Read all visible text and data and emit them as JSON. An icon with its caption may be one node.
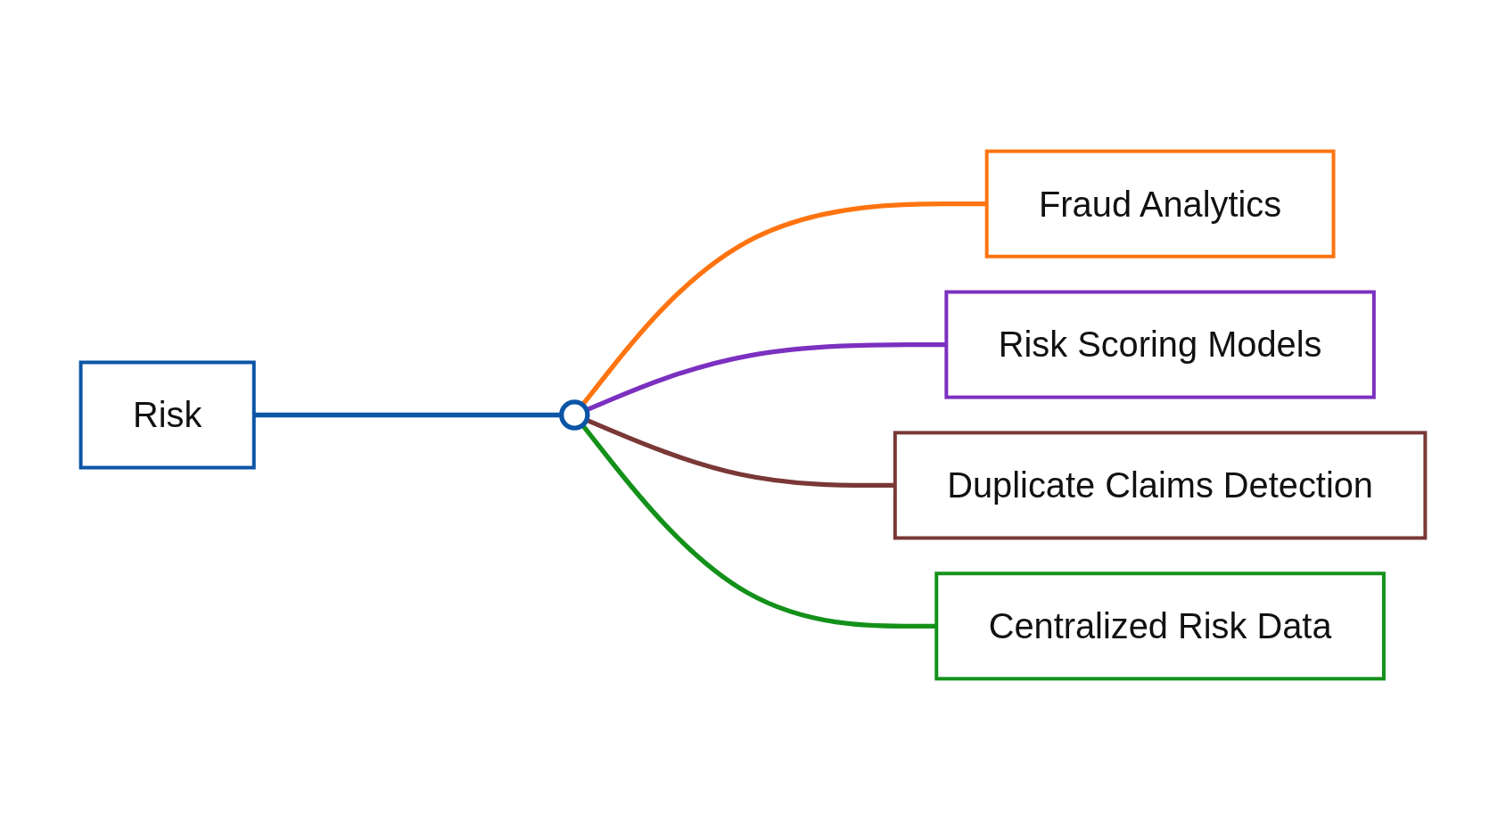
{
  "diagram": {
    "nodes": [
      {
        "text": [
          "Risk"
        ]
      },
      {
        "text": [],
        "shape": "circle"
      },
      {
        "text": [
          "Fraud Analytics"
        ]
      },
      {
        "text": [
          "Risk Scoring Models"
        ]
      },
      {
        "text": [
          "Duplicate Claims Detection"
        ]
      },
      {
        "text": [
          "Centralized Risk Data"
        ]
      }
    ],
    "edges": [
      {
        "from": 0,
        "to": 1,
        "arrow": "none",
        "color": "#0b55a6"
      },
      {
        "from": 1,
        "to": 2,
        "arrow": "none",
        "color": "#ff7410"
      },
      {
        "from": 1,
        "to": 3,
        "arrow": "none",
        "color": "#7b30c0"
      },
      {
        "from": 1,
        "to": 4,
        "arrow": "none",
        "color": "#7a3836"
      },
      {
        "from": 1,
        "to": 5,
        "arrow": "none",
        "color": "#14911a"
      }
    ]
  }
}
